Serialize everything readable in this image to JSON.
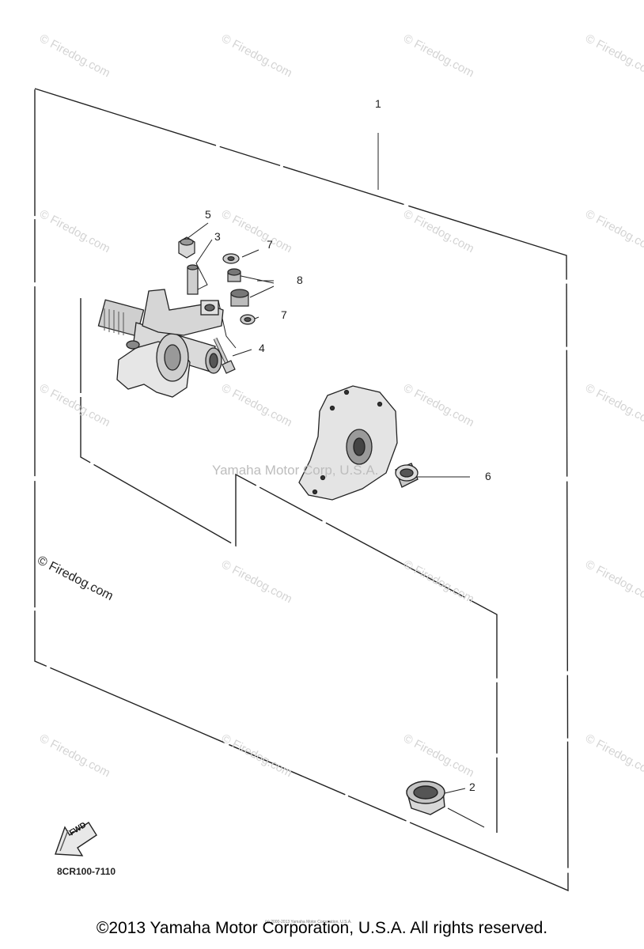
{
  "watermark": {
    "text": "© Firedog.com",
    "main_text": "© Firedog.com",
    "center_text": "Yamaha Motor Corp, U.S.A."
  },
  "callouts": {
    "c1": "1",
    "c2": "2",
    "c3": "3",
    "c4": "4",
    "c5": "5",
    "c6": "6",
    "c7a": "7",
    "c7b": "7",
    "c8": "8"
  },
  "fwd_label": "FWD",
  "part_code": "8CR100-7110",
  "tiny_note": "(c) 2000-2013 Yamaha Motor Corporation, U.S.A.",
  "copyright": "©2013 Yamaha Motor Corporation, U.S.A. All rights reserved."
}
